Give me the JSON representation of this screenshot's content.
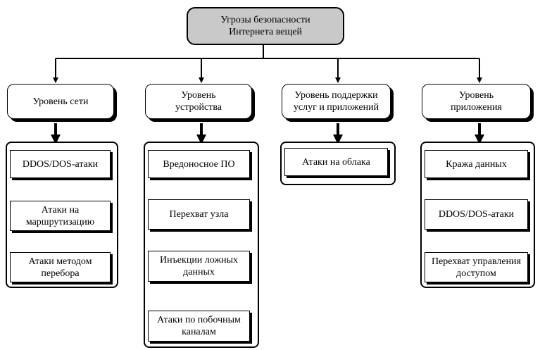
{
  "root": {
    "label": "Угрозы безопасности\nИнтернета вещей"
  },
  "categories": [
    {
      "label": "Уровень сети",
      "items": [
        "DDOS/DOS-атаки",
        "Атаки на\nмаршрутизацию",
        "Атаки методом\nперебора"
      ]
    },
    {
      "label": "Уровень\nустройства",
      "items": [
        "Вредоносное ПО",
        "Перехват узла",
        "Инъекции ложных\nданных",
        "Атаки по побочным\nканалам"
      ]
    },
    {
      "label": "Уровень поддержки\nуслуг и приложений",
      "items": [
        "Атаки на облака"
      ]
    },
    {
      "label": "Уровень\nприложения",
      "items": [
        "Кража данных",
        "DDOS/DOS-атаки",
        "Перехват управления\nдоступом"
      ]
    }
  ]
}
